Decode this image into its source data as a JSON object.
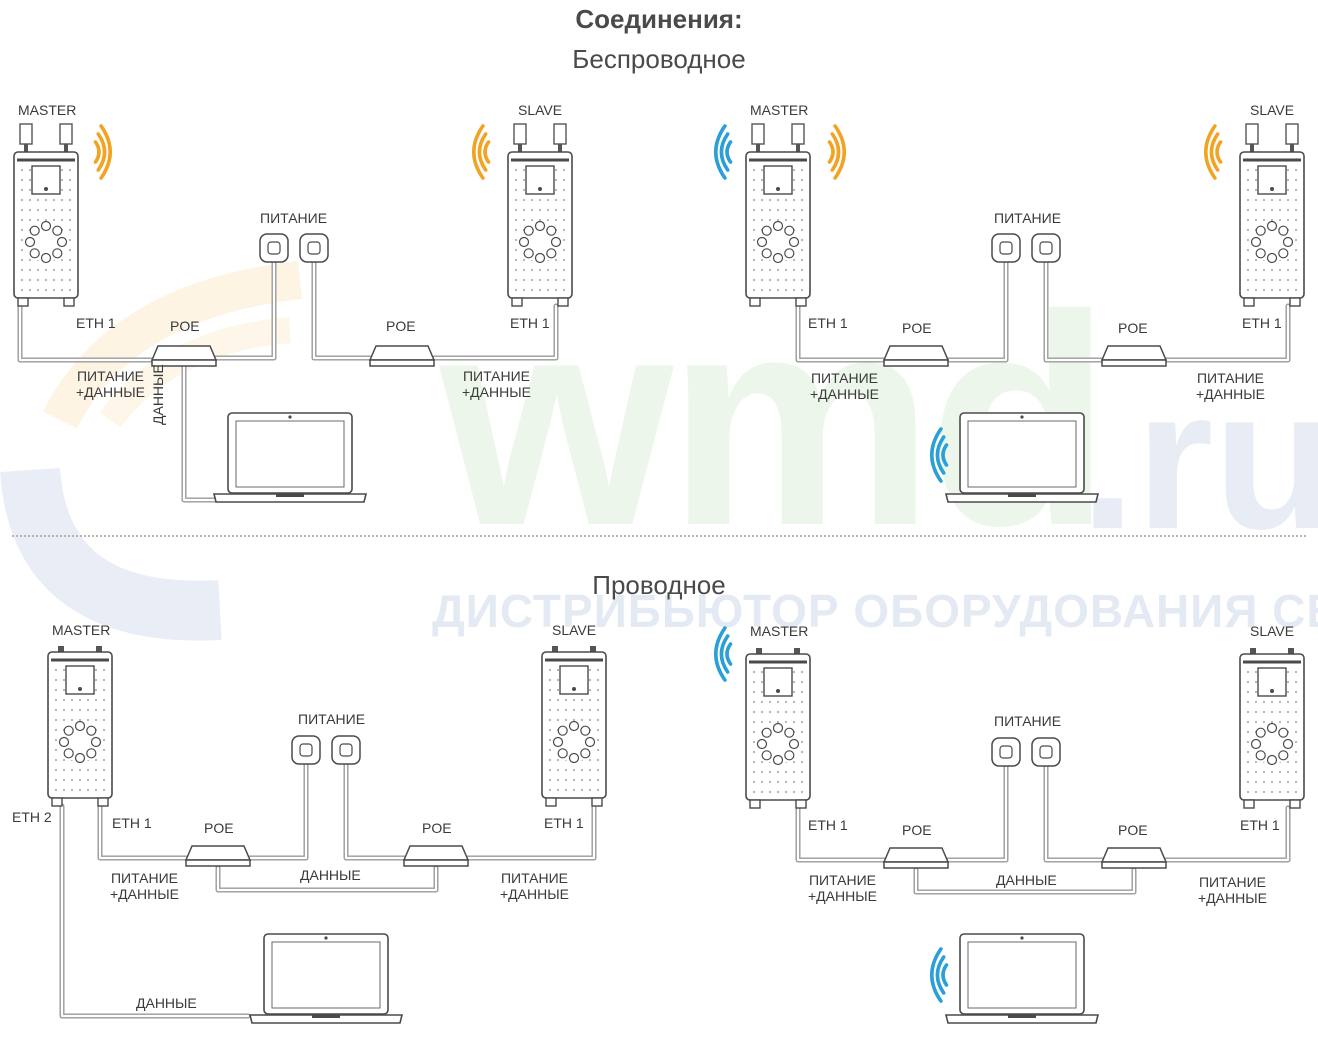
{
  "title": "Соединения:",
  "sections": {
    "wireless": "Беспроводное",
    "wired": "Проводное"
  },
  "watermark": {
    "logo": "wmd",
    "tld": ".ru",
    "tagline": "ДИСТРИБЬЮТОР ОБОРУДОВАНИЯ СВЯЗИ"
  },
  "labels": {
    "master": "MASTER",
    "slave": "SLAVE",
    "power": "ПИТАНИЕ",
    "poe": "POE",
    "eth1": "ETH 1",
    "eth2": "ETH 2",
    "data": "ДАННЫЕ",
    "power_data_1": "ПИТАНИЕ",
    "power_data_2": "+ДАННЫЕ"
  },
  "colors": {
    "wave_orange": "#f2a324",
    "wave_blue": "#2a9fd8",
    "line": "#8a8a8a",
    "device_fill": "#ffffff",
    "watermark_green": "#96cd8c",
    "watermark_blue": "#7896c8"
  }
}
